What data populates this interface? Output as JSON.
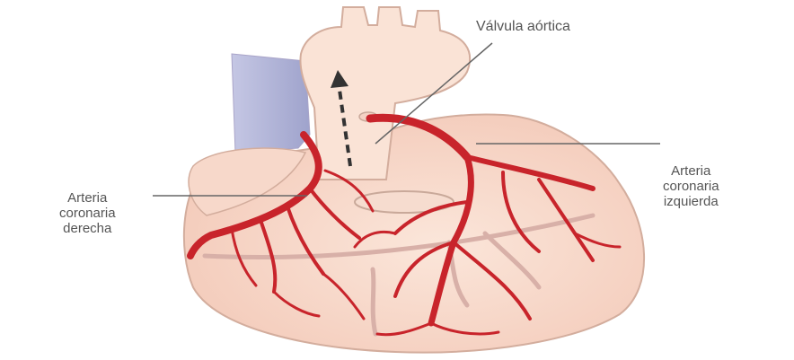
{
  "labels": {
    "aortic_valve": "Válvula aórtica",
    "left_coronary": [
      "Arteria",
      "coronaria",
      "izquierda"
    ],
    "right_coronary": [
      "Arteria",
      "coronaria",
      "derecha"
    ]
  },
  "colors": {
    "heart_fill": "#f9ddd0",
    "heart_outline": "#c9a596",
    "artery": "#c8242b",
    "vein": "#d7a9a2",
    "vena_cava": "#b6b9d9",
    "leader_line": "#666666",
    "label_text": "#555555"
  }
}
